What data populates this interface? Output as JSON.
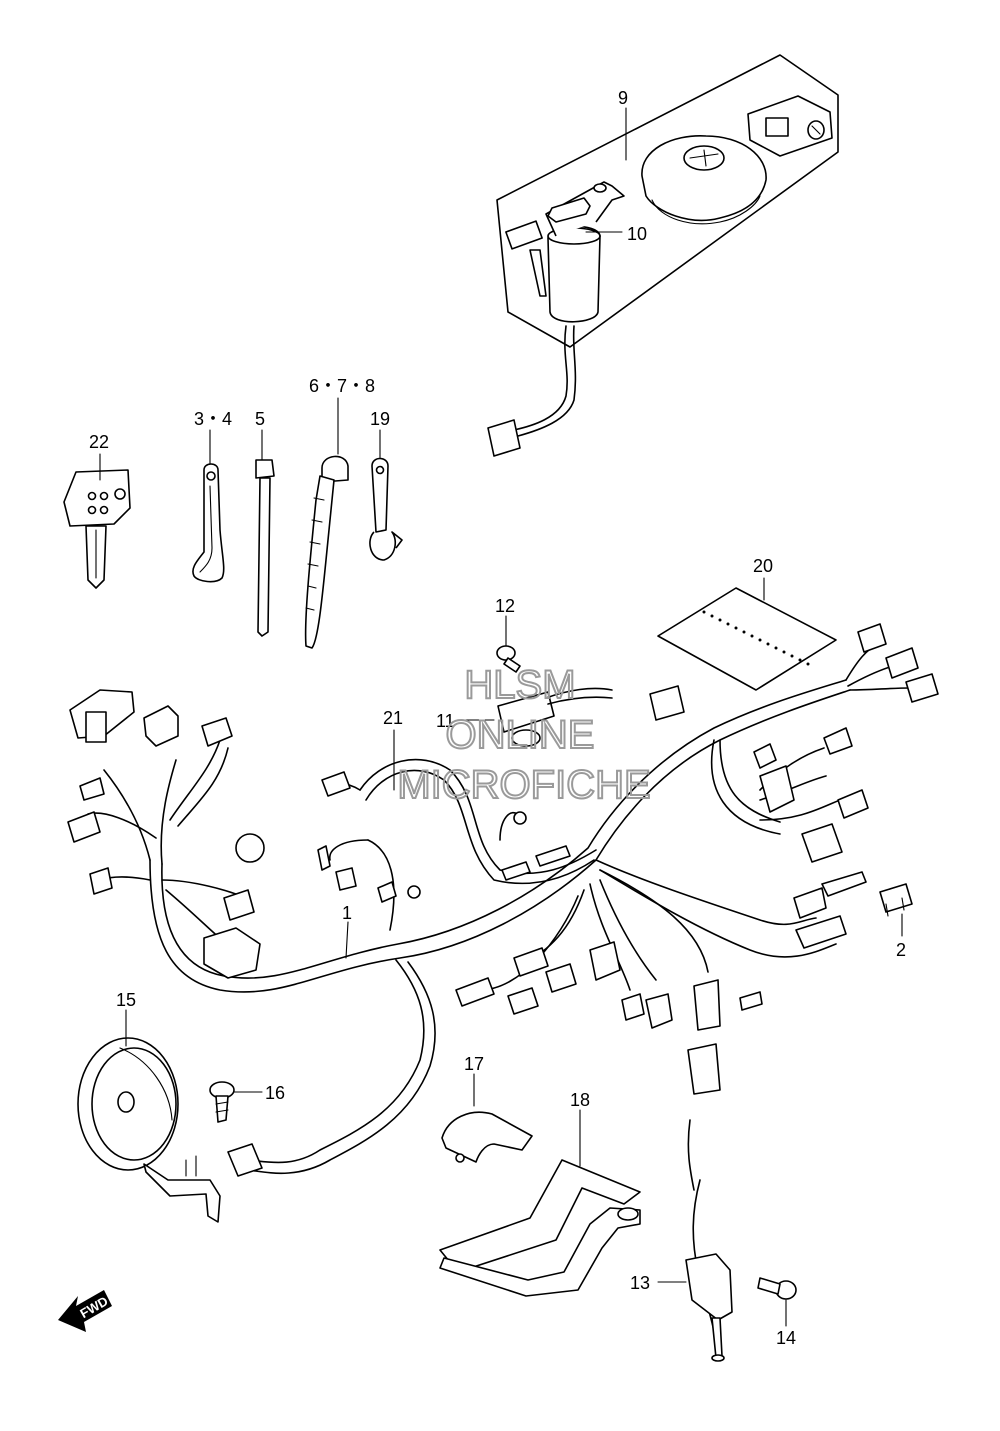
{
  "watermark": {
    "line1": "HLSM",
    "line2": "ONLINE",
    "line3": "MICROFICHE"
  },
  "direction_arrow": {
    "label": "FWD"
  },
  "callouts": {
    "c1": "1",
    "c2": "2",
    "c3_4": "3・4",
    "c5": "5",
    "c6_7_8": "6・7・8",
    "c9": "9",
    "c10": "10",
    "c11": "11",
    "c12": "12",
    "c13": "13",
    "c14": "14",
    "c15": "15",
    "c16": "16",
    "c17": "17",
    "c18": "18",
    "c19": "19",
    "c20": "20",
    "c21": "21",
    "c22": "22"
  }
}
